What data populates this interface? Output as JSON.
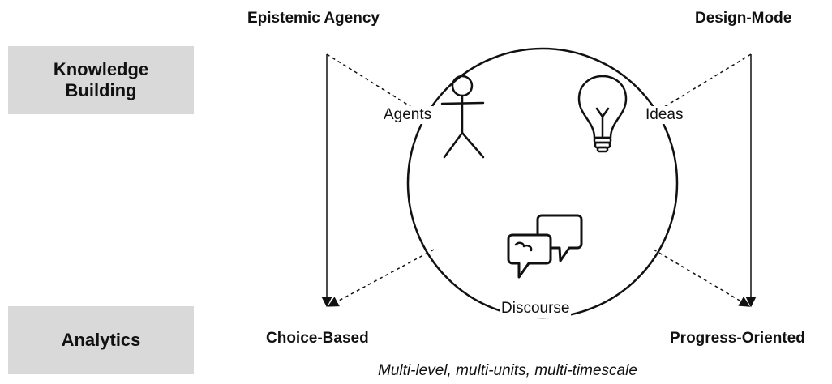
{
  "rows": {
    "knowledge_building": "Knowledge\nBuilding",
    "analytics": "Analytics"
  },
  "corners": {
    "top_left": "Epistemic Agency",
    "top_right": "Design-Mode",
    "bottom_left": "Choice-Based",
    "bottom_right": "Progress-Oriented"
  },
  "circle_labels": {
    "agents": "Agents",
    "ideas": "Ideas",
    "discourse": "Discourse"
  },
  "caption": "Multi-level, multi-units, multi-timescale",
  "icons": {
    "agents": "stick-figure-icon",
    "ideas": "lightbulb-icon",
    "discourse": "speech-bubbles-icon"
  }
}
